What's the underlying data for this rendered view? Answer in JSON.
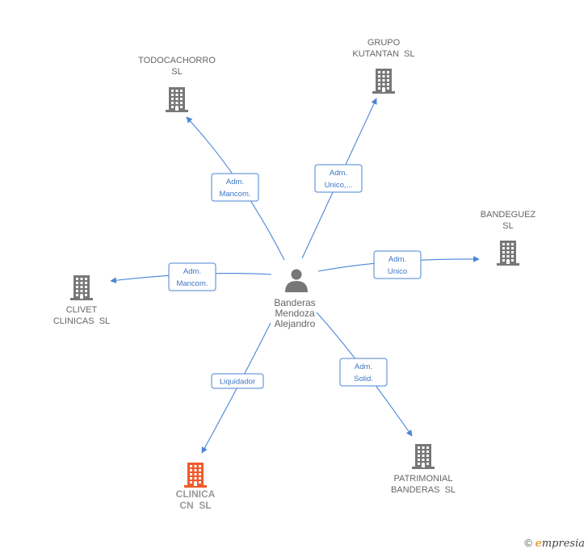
{
  "center": {
    "name_lines": [
      "Banderas",
      "Mendoza",
      "Alejandro"
    ]
  },
  "companies": [
    {
      "id": "todocachorro",
      "lines": [
        "TODOCACHORRO",
        "SL"
      ],
      "relation": [
        "Adm.",
        "Mancom."
      ],
      "highlight": false
    },
    {
      "id": "grupo-kutantan",
      "lines": [
        "GRUPO",
        "KUTANTAN  SL"
      ],
      "relation": [
        "Adm.",
        "Unico,..."
      ],
      "highlight": false
    },
    {
      "id": "bandeguez",
      "lines": [
        "BANDEGUEZ",
        "SL"
      ],
      "relation": [
        "Adm.",
        "Unico"
      ],
      "highlight": false
    },
    {
      "id": "clivet-clinicas",
      "lines": [
        "CLIVET",
        "CLINICAS  SL"
      ],
      "relation": [
        "Adm.",
        "Mancom."
      ],
      "highlight": false
    },
    {
      "id": "clinica-cn",
      "lines": [
        "CLINICA",
        "CN  SL"
      ],
      "relation": [
        "Liquidador"
      ],
      "highlight": true
    },
    {
      "id": "patrimonial-banderas",
      "lines": [
        "PATRIMONIAL",
        "BANDERAS  SL"
      ],
      "relation": [
        "Adm.",
        "Solid."
      ],
      "highlight": false
    }
  ],
  "colors": {
    "edge": "#4a86d6",
    "building": "#777777",
    "building_highlight": "#f05a2a",
    "person": "#777777"
  },
  "footer": {
    "copyright_symbol": "©",
    "brand_initial": "e",
    "brand_rest": "mpresia"
  }
}
